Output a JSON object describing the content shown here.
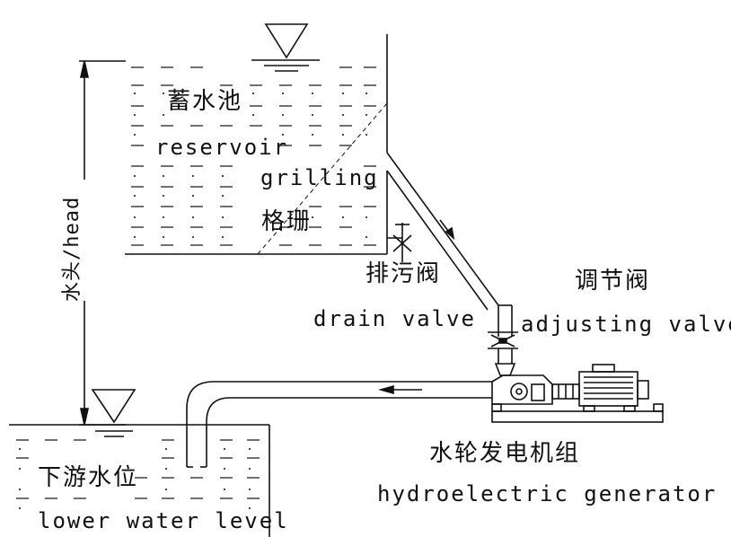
{
  "labels": {
    "reservoir_zh": "蓄水池",
    "reservoir_en": "reservoir",
    "grilling_en": "grilling",
    "grilling_zh": "格珊",
    "drain_valve_zh": "排污阀",
    "drain_valve_en": "drain valve",
    "adjusting_valve_zh": "调节阀",
    "adjusting_valve_en": "adjusting valve",
    "generator_zh": "水轮发电机组",
    "generator_en": "hydroelectric generator",
    "lower_level_zh": "下游水位",
    "lower_level_en": "lower water level",
    "head": "水头/head"
  },
  "colors": {
    "line": "#111111",
    "background": "#ffffff"
  }
}
